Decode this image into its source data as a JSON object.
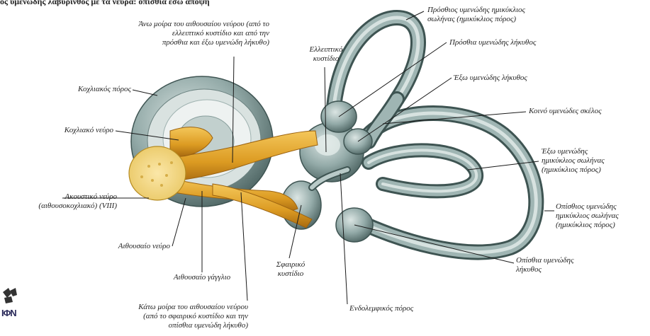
{
  "header": {
    "title": "ος υμενώδης λαβύρινθος με τα νεύρα: οπίσθια έσω άποψη"
  },
  "labels": {
    "anterior_canal": "Πρόσθιος υμενώδης ημικύκλιος\nσωλήνας (ημικύκλιος πόρος)",
    "anterior_ampulla": "Πρόσθια υμενώδης λήκυθος",
    "lateral_ampulla": "Έξω υμενώδης λήκυθος",
    "common_crus": "Κοινό υμενώδες σκέλος",
    "lateral_canal": "Έξω υμενώδης\nημικύκλιος σωλήνας\n(ημικύκλιος πόρος)",
    "posterior_canal": "Οπίσθιος υμενώδης\nημικύκλιος σωλήνας\n(ημικύκλιος πόρος)",
    "posterior_ampulla": "Οπίσθια υμενώδης\nλήκυθος",
    "endolymphatic_duct": "Ενδολεμφικός πόρος",
    "saccule": "Σφαιρικό\nκυστίδιο",
    "utricle": "Ελλειπτικό\nκυστίδιο",
    "superior_vestibular": "Άνω μοίρα του αιθουσαίου νεύρου (από το\nελλειπτικό κυστίδιο και από την\nπρόσθια και έξω υμενώδη λήκυθο)",
    "cochlear_duct": "Κοχλιακός πόρος",
    "cochlear_nerve": "Κοχλιακό νεύρο",
    "vestibulocochlear": "Ακουστικό νεύρο\n(αιθουσοκοχλιακό) (VIII)",
    "vestibular_nerve": "Αιθουσαίο νεύρο",
    "vestibular_ganglion": "Αιθουσαίο γάγγλιο",
    "inferior_vestibular": "Κάτω μοίρα του αιθουσαίου νεύρου\n(από το σφαιρικό κυστίδιο και την\nοπίσθια υμενώδη λήκυθο)"
  },
  "logo": {
    "text": "ΙΦΝ"
  },
  "colors": {
    "membrane": "#8fa6a4",
    "membrane_dark": "#4f6664",
    "membrane_light": "#c9d6d4",
    "nerve": "#e0a224",
    "nerve_light": "#f6d37a",
    "leader": "#1a1a1a"
  }
}
